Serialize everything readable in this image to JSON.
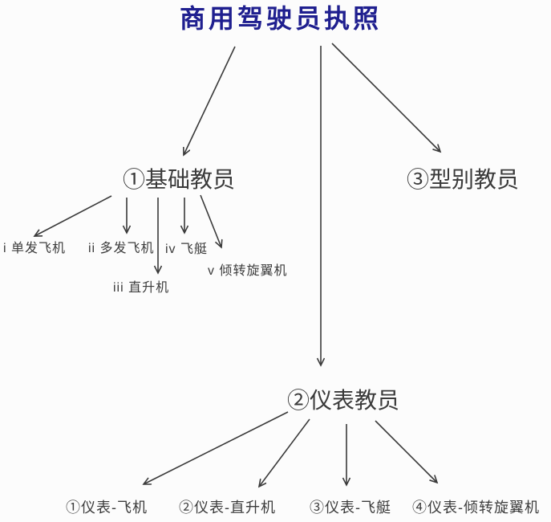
{
  "diagram": {
    "title": "商用驾驶员执照",
    "title_color": "#1f1f8f",
    "text_color": "#3c3c3c",
    "arrow_color": "#3a3a3a",
    "nodes": {
      "basic": {
        "label": "①基础教员"
      },
      "type_rating": {
        "label": "③型别教员"
      },
      "instrument": {
        "label": "②仪表教员"
      }
    },
    "basic_children": [
      {
        "label": "i 单发飞机"
      },
      {
        "label": "ii 多发飞机"
      },
      {
        "label": "iii 直升机"
      },
      {
        "label": "iv 飞艇"
      },
      {
        "label": "v 倾转旋翼机"
      }
    ],
    "instrument_children": [
      {
        "label": "①仪表-飞机"
      },
      {
        "label": "②仪表-直升机"
      },
      {
        "label": "③仪表-飞艇"
      },
      {
        "label": "④仪表-倾转旋翼机"
      }
    ],
    "edges": [
      {
        "from": "商用驾驶员执照",
        "to": "①基础教员"
      },
      {
        "from": "商用驾驶员执照",
        "to": "②仪表教员"
      },
      {
        "from": "商用驾驶员执照",
        "to": "③型别教员"
      },
      {
        "from": "①基础教员",
        "to": "i 单发飞机"
      },
      {
        "from": "①基础教员",
        "to": "ii 多发飞机"
      },
      {
        "from": "①基础教员",
        "to": "iii 直升机"
      },
      {
        "from": "①基础教员",
        "to": "iv 飞艇"
      },
      {
        "from": "①基础教员",
        "to": "v 倾转旋翼机"
      },
      {
        "from": "②仪表教员",
        "to": "①仪表-飞机"
      },
      {
        "from": "②仪表教员",
        "to": "②仪表-直升机"
      },
      {
        "from": "②仪表教员",
        "to": "③仪表-飞艇"
      },
      {
        "from": "②仪表教员",
        "to": "④仪表-倾转旋翼机"
      }
    ]
  }
}
